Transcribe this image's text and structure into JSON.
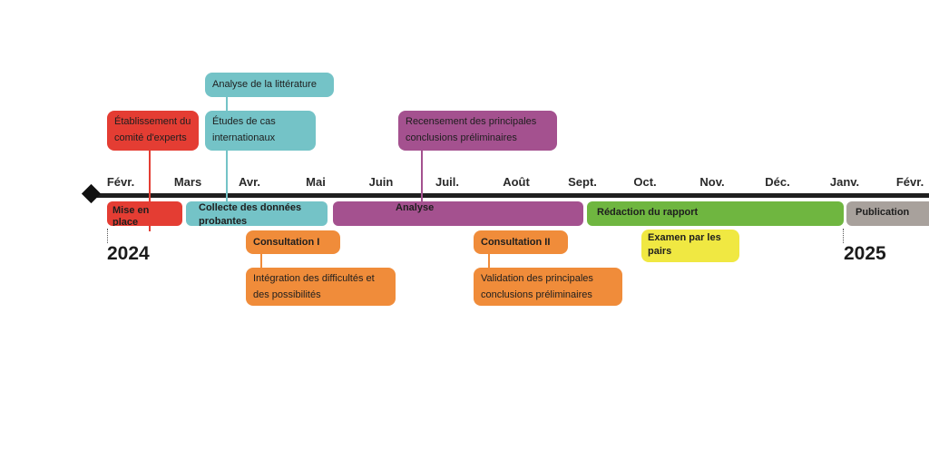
{
  "months": [
    "Févr.",
    "Mars",
    "Avr.",
    "Mai",
    "Juin",
    "Juil.",
    "Août",
    "Sept.",
    "Oct.",
    "Nov.",
    "Déc.",
    "Janv.",
    "Févr."
  ],
  "years": {
    "start": "2024",
    "end": "2025"
  },
  "phases": {
    "setup": "Mise en place",
    "evidence": "Collecte des données probantes",
    "analysis": "Analyse",
    "report": "Rédaction du rapport",
    "publication": "Publication"
  },
  "milestones": {
    "committee": "Établissement du comité d'experts",
    "literature": "Analyse de la littérature",
    "case_studies": "Études de cas internationaux",
    "main_findings": "Recensement des principales conclusions préliminaires",
    "consultation1": "Consultation I",
    "integration": "Intégration des difficultés et des possibilités",
    "consultation2": "Consultation II",
    "validation": "Validation des principales conclusions préliminaires",
    "peer_review": "Examen par les pairs"
  },
  "colors": {
    "red": "#e43d33",
    "teal": "#74c3c7",
    "purple": "#a4518f",
    "green": "#6fb640",
    "grey": "#a8a19c",
    "orange": "#f08c3a",
    "yellow": "#f0e842",
    "axis": "#1f1f1f"
  }
}
